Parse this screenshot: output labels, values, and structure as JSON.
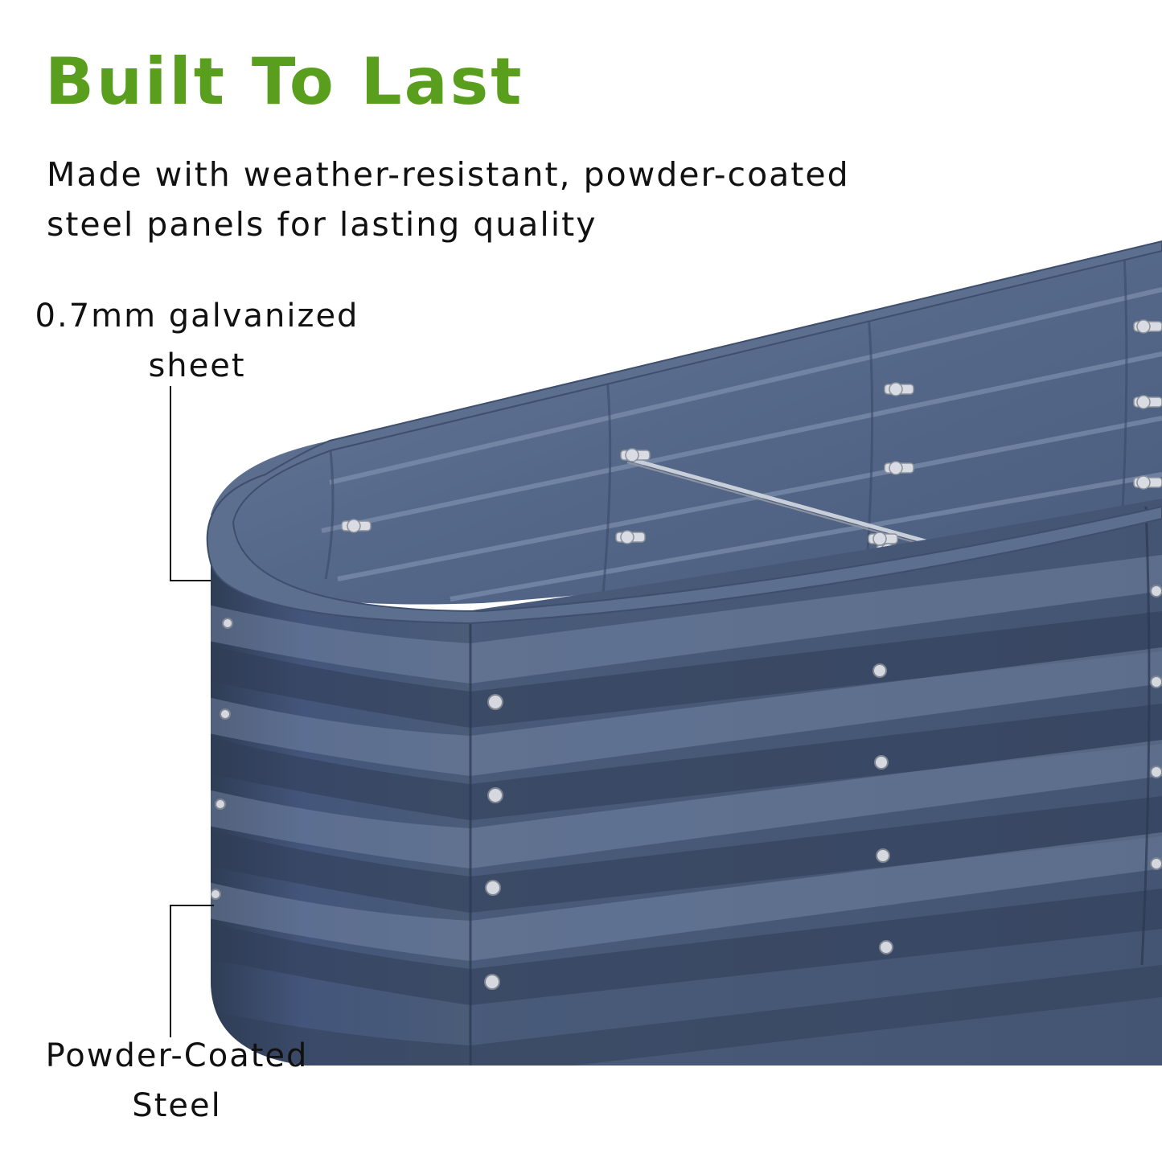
{
  "headline": {
    "text": "Built To Last",
    "color": "#5a9e1e"
  },
  "subtitle": {
    "line1": "Made with weather-resistant, powder-coated",
    "line2": "steel panels for lasting quality"
  },
  "callouts": {
    "galvanized": {
      "line1": "0.7mm galvanized",
      "line2": "sheet"
    },
    "powder_coated": {
      "line1": "Powder-Coated",
      "line2": "Steel"
    }
  },
  "colors": {
    "steel_panel": "#4a5c78",
    "steel_shadow": "#2f3d55",
    "steel_highlight": "#7d8fad",
    "text": "#111111"
  },
  "icons": {
    "product": "raised-garden-bed-illustration",
    "fasteners": "screw-icon"
  }
}
